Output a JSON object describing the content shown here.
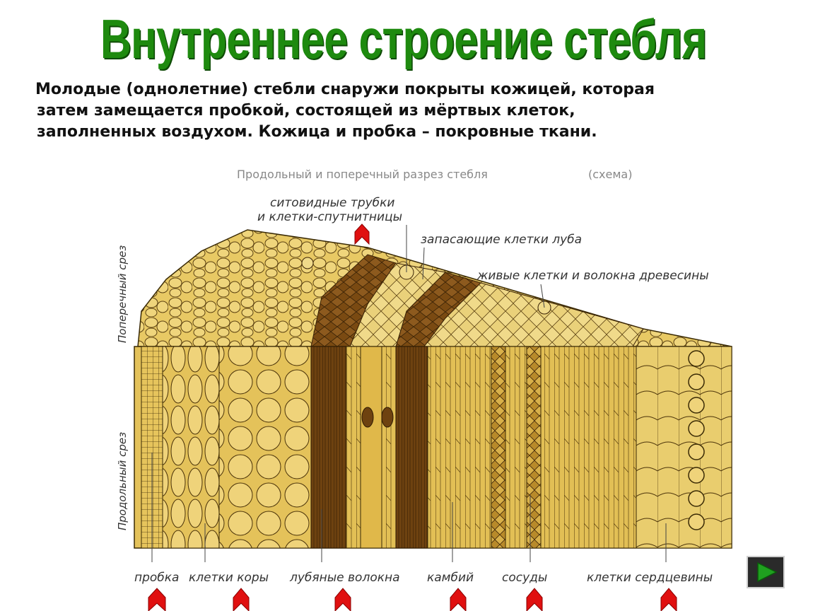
{
  "title": "Внутреннее строение стебля",
  "paragraph": {
    "line1": "Молодые (однолетние) стебли снаружи покрыты кожицей, которая",
    "line2": "затем замещается пробкой, состоящей из мёртвых клеток,",
    "line3": "заполненных воздухом. Кожица и пробка – покровные ткани."
  },
  "diagram": {
    "caption_main": "Продольный и поперечный разрез стебля",
    "caption_sub": "(схема)",
    "side_cross": "Поперечный срез",
    "side_long": "Продольный срез",
    "top_labels": {
      "sieve_line1": "ситовидные трубки",
      "sieve_line2": "и клетки-спутнитницы",
      "storage": "запасающие клетки луба",
      "living": "живые клетки и волокна древесины"
    },
    "bottom_labels": {
      "cork": "пробка",
      "cortex": "клетки коры",
      "bast": "лубяные волокна",
      "cambium": "камбий",
      "vessels": "сосуды",
      "pith": "клетки сердцевины"
    }
  },
  "colors": {
    "title": "#1e8a0f",
    "tissue_light": "#e8c964",
    "tissue_mid": "#d7ae3a",
    "tissue_dark": "#7a4a12",
    "marker_red": "#e01010",
    "nav_green": "#1fa01f"
  },
  "nav": {
    "icon": "play-triangle-icon"
  }
}
